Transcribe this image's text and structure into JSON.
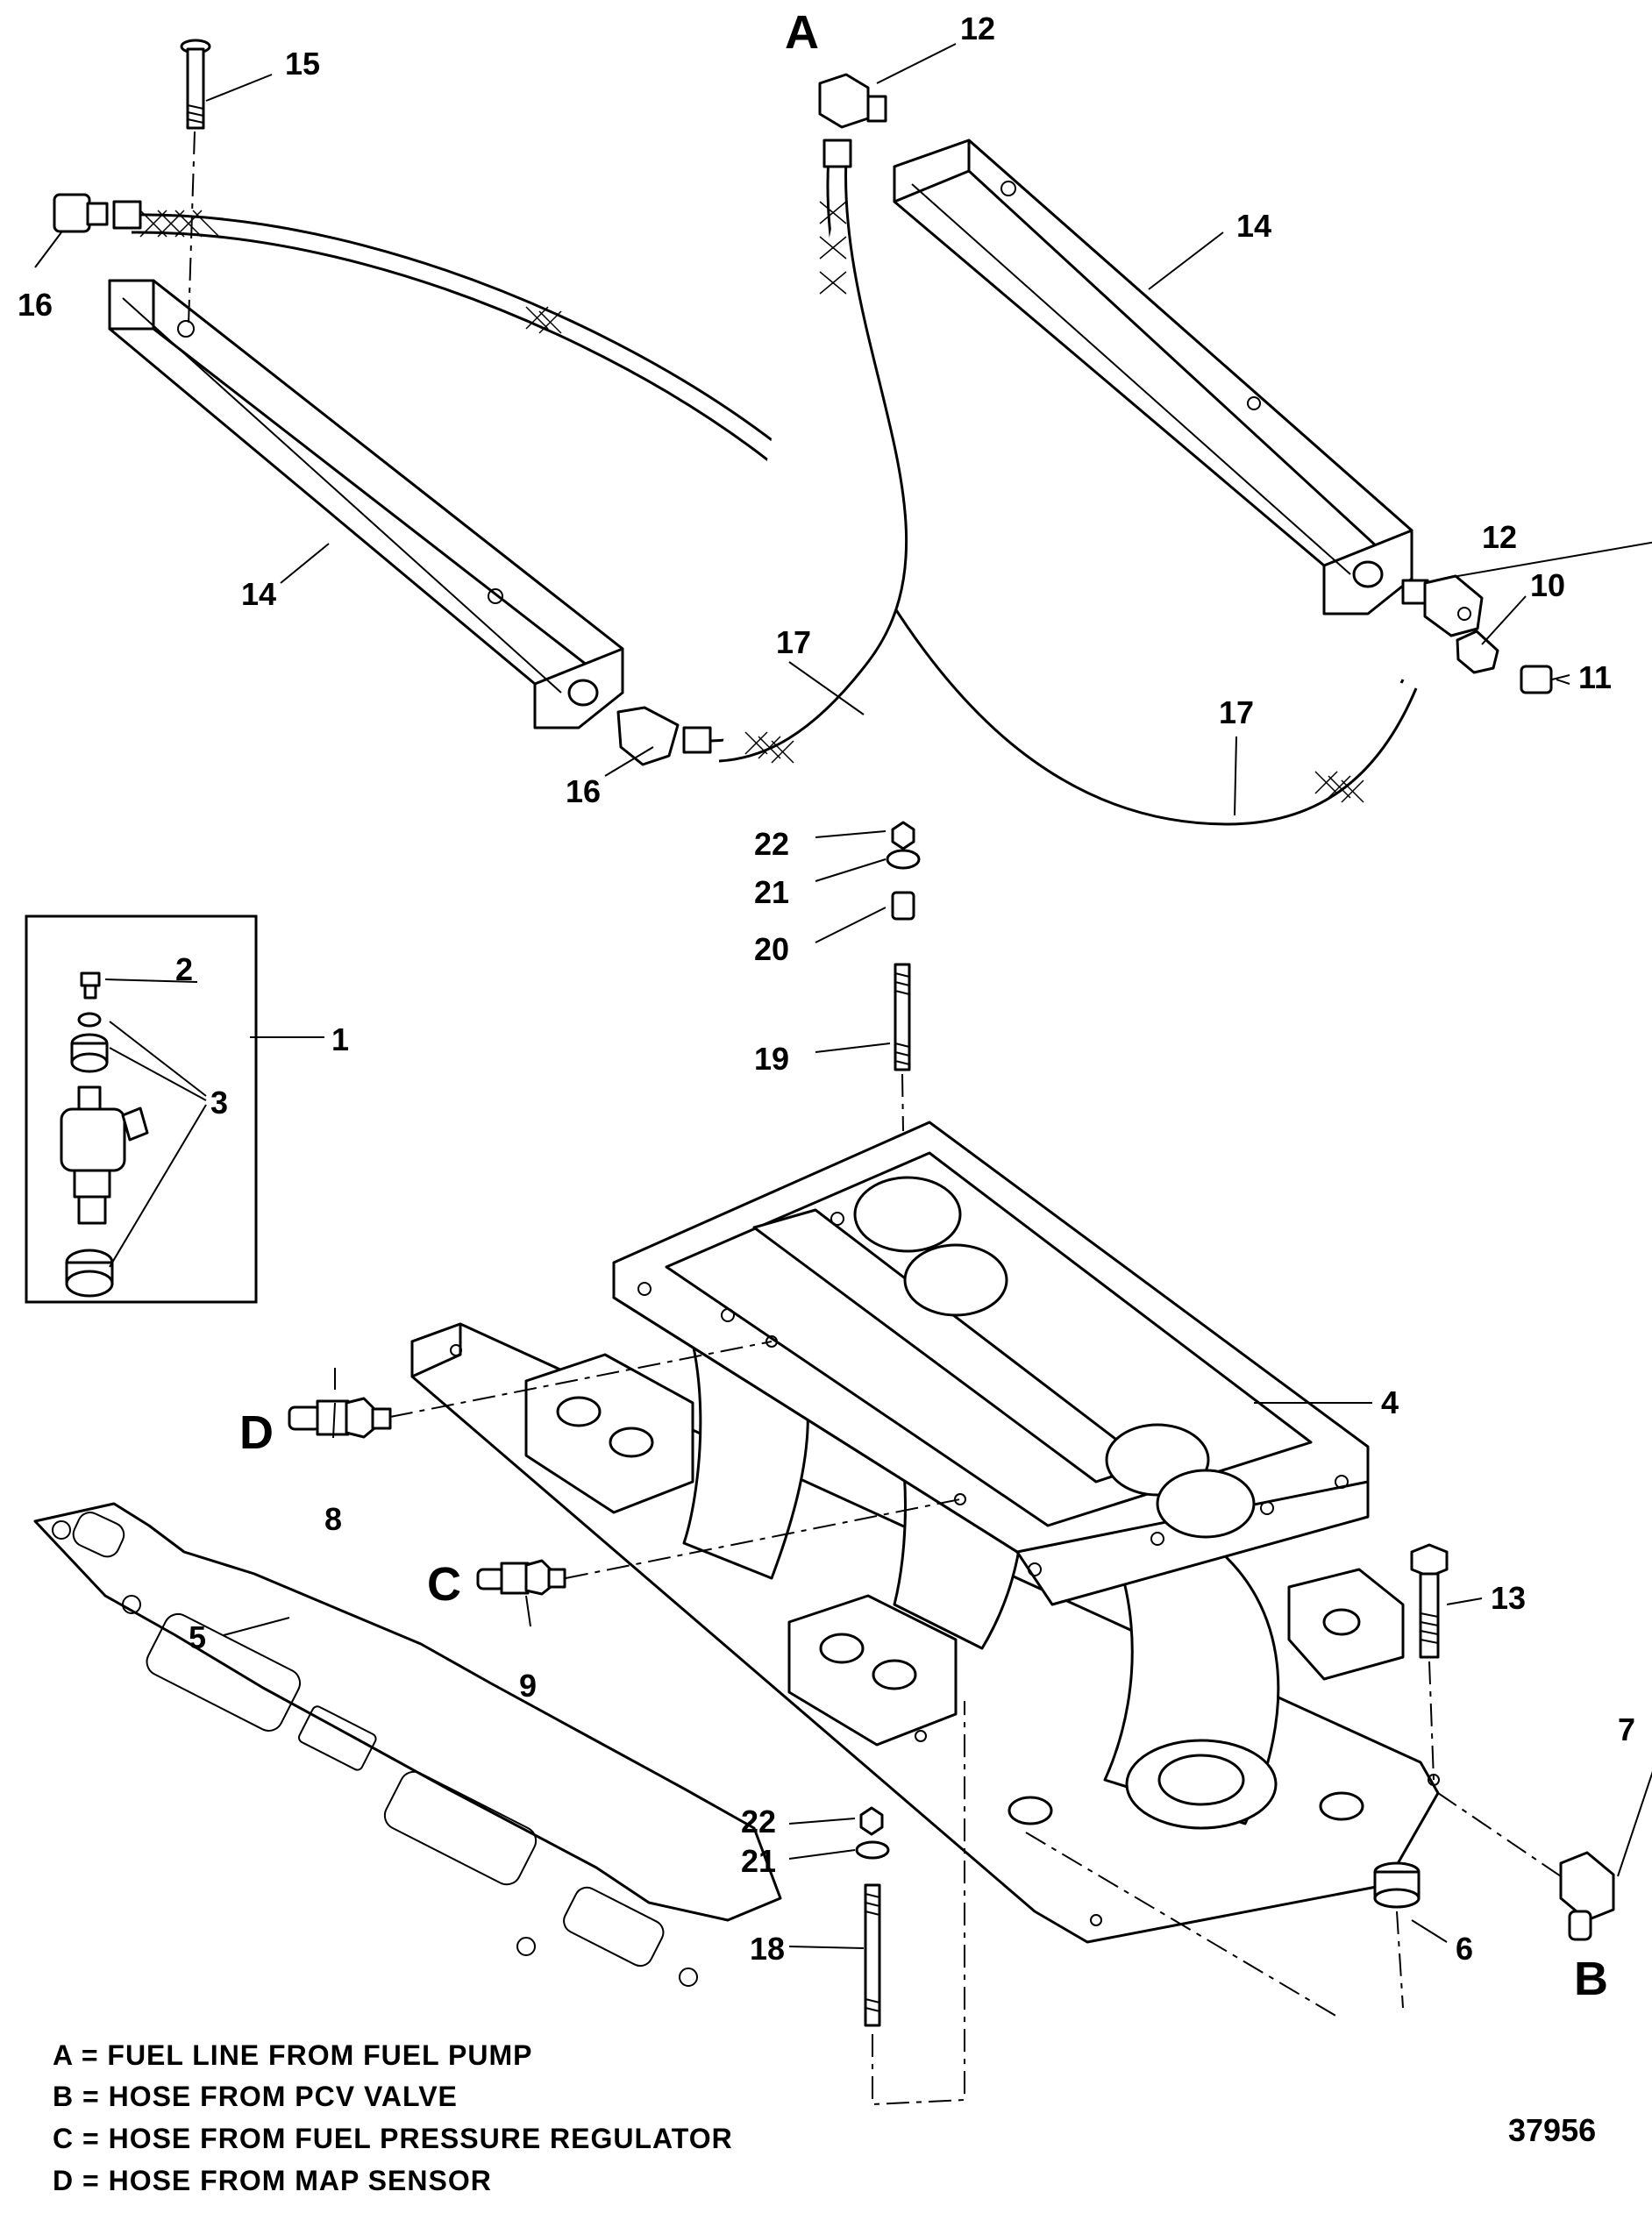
{
  "callouts": {
    "c1": "1",
    "c2": "2",
    "c3": "3",
    "c4": "4",
    "c5": "5",
    "c6": "6",
    "c7": "7",
    "c8": "8",
    "c9": "9",
    "c10": "10",
    "c11": "11",
    "c12a": "12",
    "c12b": "12",
    "c13": "13",
    "c14a": "14",
    "c14b": "14",
    "c15": "15",
    "c16a": "16",
    "c16b": "16",
    "c17a": "17",
    "c17b": "17",
    "c18": "18",
    "c19": "19",
    "c20": "20",
    "c21a": "21",
    "c21b": "21",
    "c22a": "22",
    "c22b": "22"
  },
  "connection_letters": {
    "a": "A",
    "b": "B",
    "c": "C",
    "d": "D"
  },
  "legend": [
    "A = FUEL LINE FROM FUEL PUMP",
    "B = HOSE FROM PCV VALVE",
    "C = HOSE FROM FUEL PRESSURE REGULATOR",
    "D = HOSE FROM MAP SENSOR"
  ],
  "figure_number": "37956"
}
